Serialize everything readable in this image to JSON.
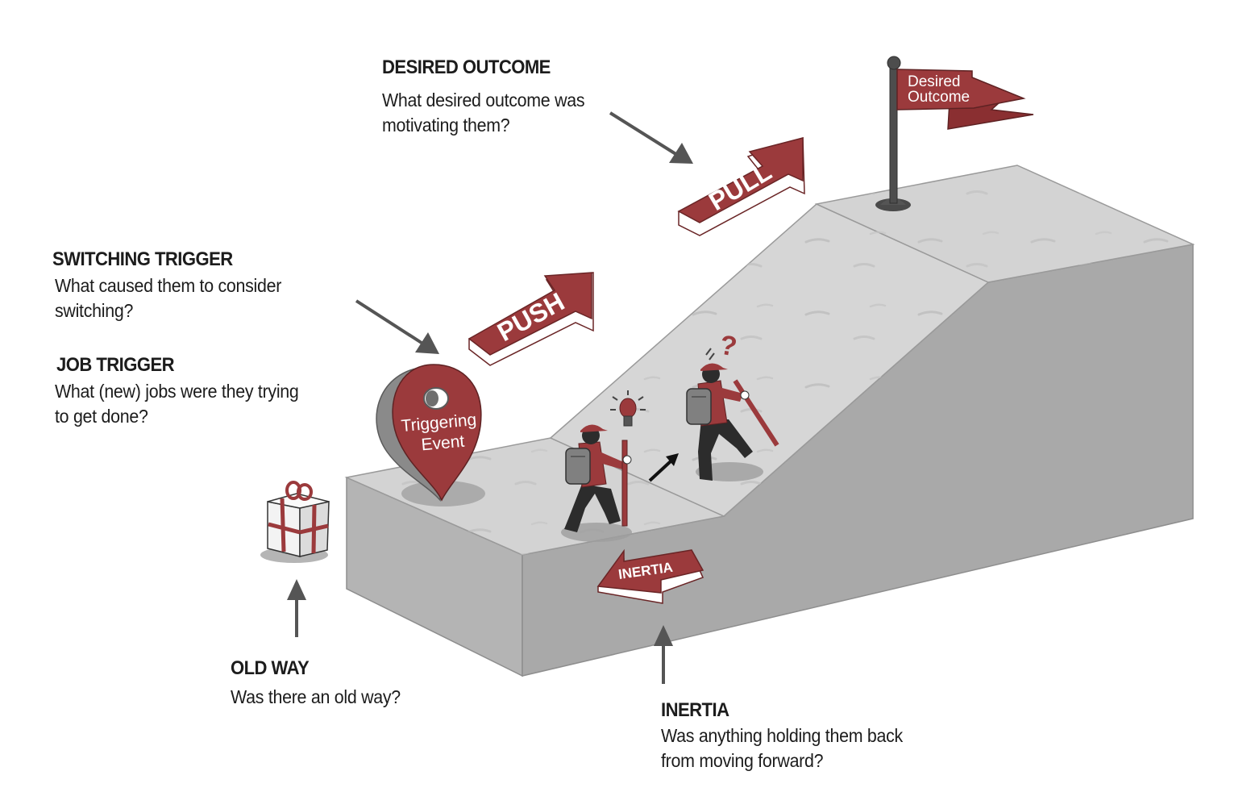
{
  "colors": {
    "accent_red": "#9b3a3c",
    "slab_top": "#d4d4d4",
    "slab_side": "#ababab",
    "annotation_arrow": "#555555",
    "text": "#1c1c1c"
  },
  "annotations": {
    "desired_outcome": {
      "heading": "DESIRED OUTCOME",
      "lines": [
        "What desired outcome was",
        "motivating them?"
      ]
    },
    "switching_trigger": {
      "heading": "SWITCHING TRIGGER",
      "lines": [
        "What caused them to consider",
        "switching?"
      ]
    },
    "job_trigger": {
      "heading": "JOB TRIGGER",
      "lines": [
        "What (new) jobs were they trying",
        "to get done?"
      ]
    },
    "old_way": {
      "heading": "OLD WAY",
      "lines": [
        "Was there an old way?"
      ]
    },
    "inertia": {
      "heading": "INERTIA",
      "lines": [
        "Was anything holding them back",
        "from moving forward?"
      ]
    }
  },
  "scene_labels": {
    "push": "PUSH",
    "pull": "PULL",
    "inertia": "INERTIA",
    "pin_lines": [
      "Triggering",
      "Event"
    ],
    "flag_lines": [
      "Desired",
      "Outcome"
    ],
    "question_mark": "?"
  },
  "icons": [
    "map-pin-icon",
    "gift-box-icon",
    "flag-icon",
    "lightbulb-icon",
    "hiker-icon",
    "question-mark-icon"
  ]
}
